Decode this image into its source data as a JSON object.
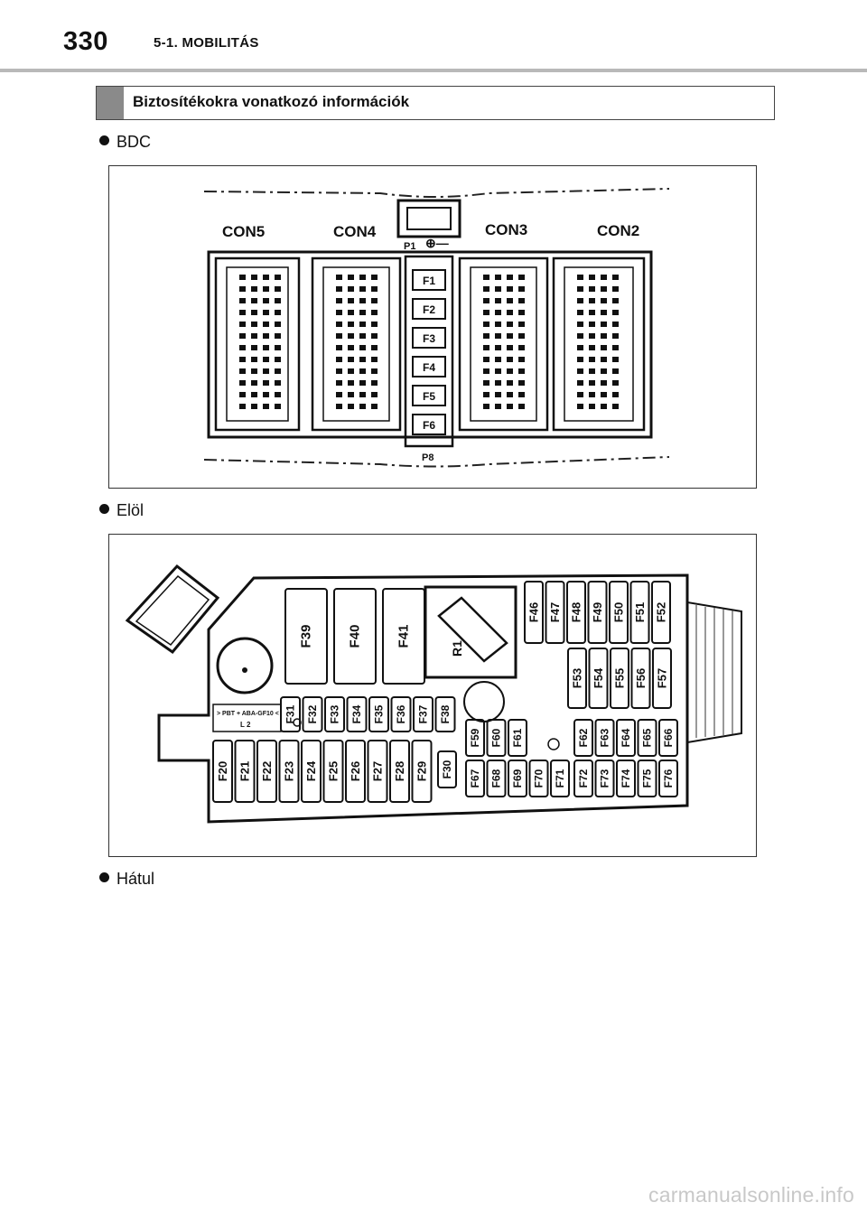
{
  "header": {
    "page_number": "330",
    "chapter": "5-1. MOBILITÁS"
  },
  "section": {
    "title": "Biztosítékokra vonatkozó információk"
  },
  "bullets": [
    "BDC",
    "Elöl",
    "Hátul"
  ],
  "bdc": {
    "connectors": [
      "CON5",
      "CON4",
      "CON3",
      "CON2"
    ],
    "fuses": [
      "F1",
      "F2",
      "F3",
      "F4",
      "F5",
      "F6"
    ],
    "top_label": "P1",
    "bottom_label": "P8",
    "polarity": "⊕—"
  },
  "front": {
    "big_fuses": [
      "F39",
      "F40",
      "F41"
    ],
    "relay": "R1",
    "row_top_right": [
      "F46",
      "F47",
      "F48",
      "F49",
      "F50",
      "F51",
      "F52"
    ],
    "row_mid_right": [
      "F53",
      "F54",
      "F55",
      "F56",
      "F57"
    ],
    "row_small_left": [
      "F31",
      "F32",
      "F33",
      "F34",
      "F35",
      "F36",
      "F37",
      "F38"
    ],
    "row_bottom_left": [
      "F20",
      "F21",
      "F22",
      "F23",
      "F24",
      "F25",
      "F26",
      "F27",
      "F28",
      "F29"
    ],
    "f30": "F30",
    "row_center_upper": [
      "F59",
      "F60",
      "F61"
    ],
    "row_center_lower": [
      "F67",
      "F68",
      "F69",
      "F70",
      "F71"
    ],
    "row_right_upper": [
      "F62",
      "F63",
      "F64",
      "F65",
      "F66"
    ],
    "row_right_lower": [
      "F72",
      "F73",
      "F74",
      "F75",
      "F76"
    ],
    "tag_line1": "> PBT + ABA-GF10 <",
    "tag_line2": "L 2"
  },
  "watermark": "carmanualsonline.info"
}
